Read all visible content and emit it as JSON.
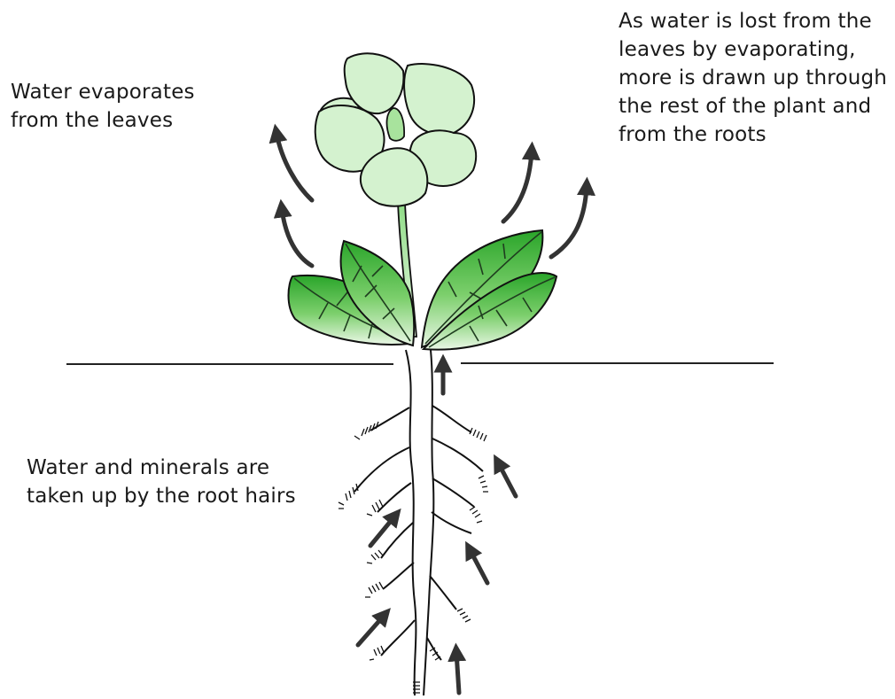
{
  "labels": {
    "evaporation": [
      "Water evaporates",
      "from the leaves"
    ],
    "transpiration_pull": [
      "As water is lost from the",
      "leaves by evaporating,",
      "more is drawn up through",
      "the rest of the plant and",
      "from the roots"
    ],
    "root_uptake": [
      "Water and minerals are",
      "taken up by the root hairs"
    ]
  },
  "colors": {
    "leaf_dark": "#2aa52a",
    "leaf_light": "#eaf7e6",
    "petal": "#d4f2cf",
    "arrow": "#333333",
    "line": "#111111"
  },
  "icons": [
    "flower-icon",
    "leaf-icon",
    "root-icon",
    "arrow-icon"
  ]
}
